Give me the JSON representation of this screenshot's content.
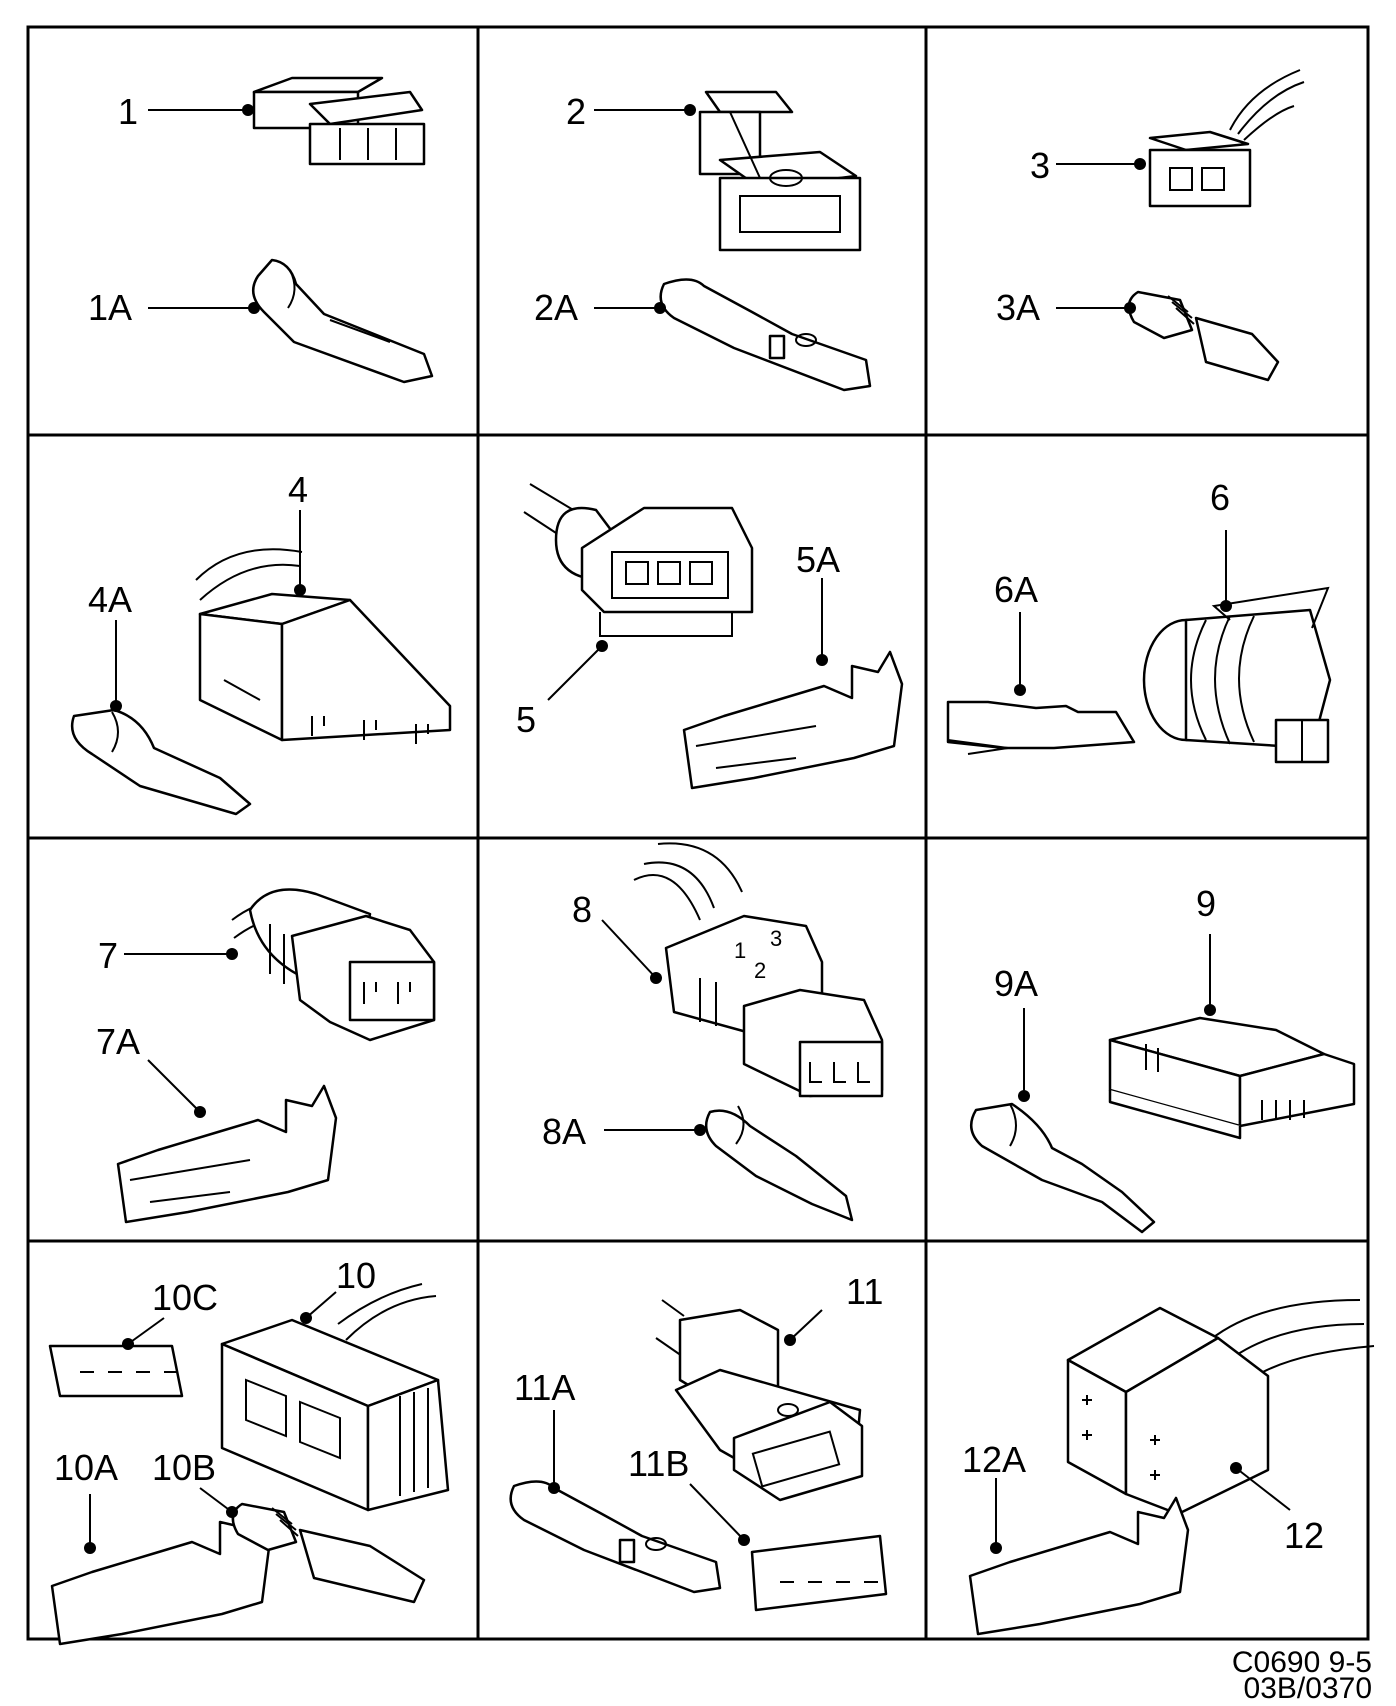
{
  "diagram": {
    "cells": [
      {
        "labels": [
          "1",
          "1A"
        ]
      },
      {
        "labels": [
          "2",
          "2A"
        ]
      },
      {
        "labels": [
          "3",
          "3A"
        ]
      },
      {
        "labels": [
          "4",
          "4A"
        ]
      },
      {
        "labels": [
          "5",
          "5A"
        ]
      },
      {
        "labels": [
          "6",
          "6A"
        ]
      },
      {
        "labels": [
          "7",
          "7A"
        ]
      },
      {
        "labels": [
          "8",
          "8A"
        ]
      },
      {
        "labels": [
          "9",
          "9A"
        ]
      },
      {
        "labels": [
          "10",
          "10A",
          "10B",
          "10C"
        ]
      },
      {
        "labels": [
          "11",
          "11A",
          "11B"
        ]
      },
      {
        "labels": [
          "12",
          "12A"
        ]
      }
    ],
    "connector_8_pin_numbers": [
      "1",
      "3",
      "2"
    ]
  },
  "footer": {
    "code": "C0690 9-5",
    "ref": "03B/0370"
  }
}
